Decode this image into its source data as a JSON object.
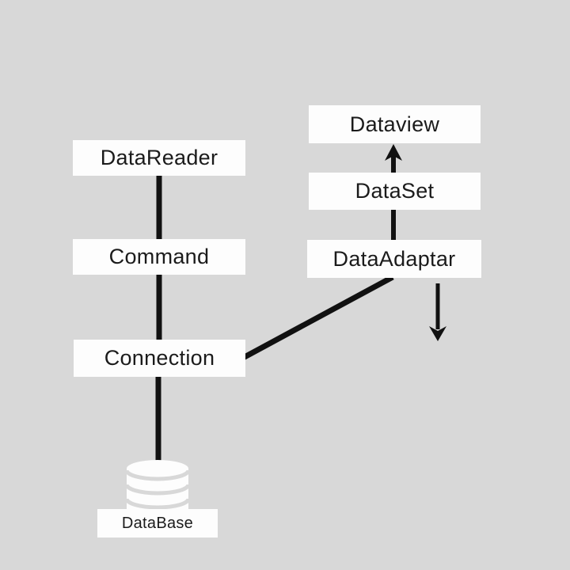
{
  "colors": {
    "background": "#d8d8d8",
    "node_background": "#fdfdfd",
    "text": "#1b1b1b",
    "line": "#111111"
  },
  "nodes": {
    "datareader": {
      "label": "DataReader"
    },
    "command": {
      "label": "Command"
    },
    "connection": {
      "label": "Connection"
    },
    "dataview": {
      "label": "Dataview"
    },
    "dataset": {
      "label": "DataSet"
    },
    "dataadaptar": {
      "label": "DataAdaptar"
    },
    "database": {
      "label": "DataBase"
    }
  },
  "icons": {
    "database": "database-cylinder-icon"
  },
  "edges": [
    {
      "from": "datareader",
      "to": "command",
      "style": "line"
    },
    {
      "from": "command",
      "to": "connection",
      "style": "line"
    },
    {
      "from": "connection",
      "to": "database",
      "style": "line"
    },
    {
      "from": "dataadaptar",
      "to": "connection",
      "style": "diagonal-line"
    },
    {
      "from": "dataadaptar",
      "to": "dataset",
      "style": "line"
    },
    {
      "from": "dataset",
      "to": "dataview",
      "style": "arrow-up"
    },
    {
      "from": "dataadaptar",
      "to": "",
      "style": "arrow-down-short"
    }
  ]
}
